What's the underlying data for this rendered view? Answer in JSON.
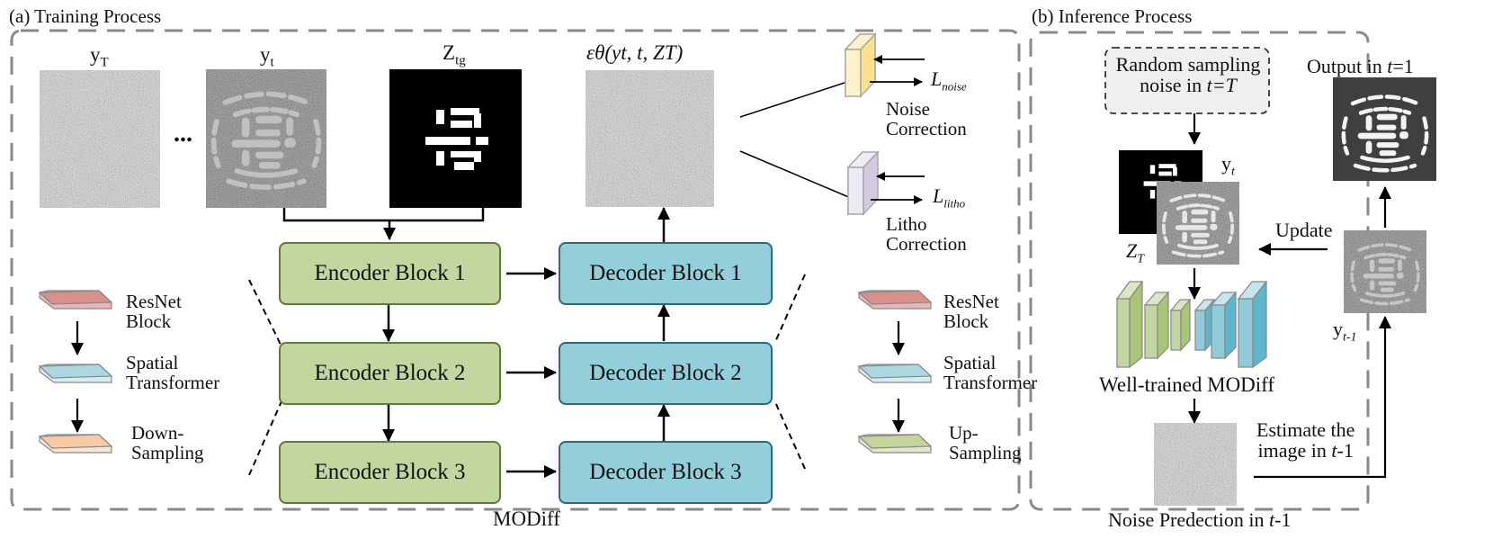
{
  "training": {
    "title": "(a) Training Process",
    "images": {
      "yT_label": "y",
      "yT_sub": "T",
      "ellipsis": "...",
      "yt_label": "y",
      "yt_sub": "t",
      "ztg_label": "Z",
      "ztg_sub": "tg",
      "eps_label": "εθ(yt, t, ZT)"
    },
    "encoder_blocks": [
      "Encoder Block 1",
      "Encoder Block 2",
      "Encoder Block 3"
    ],
    "decoder_blocks": [
      "Decoder Block 1",
      "Decoder Block 2",
      "Decoder Block 3"
    ],
    "model_label": "MODiff",
    "encoder_legend": {
      "items": [
        {
          "line1": "ResNet",
          "line2": "Block",
          "color": "#d8908c"
        },
        {
          "line1": "Spatial",
          "line2": "Transformer",
          "color": "#acd8e2"
        },
        {
          "line1": "Down-",
          "line2": "Sampling",
          "color": "#f6cba6"
        }
      ]
    },
    "decoder_legend": {
      "items": [
        {
          "line1": "ResNet",
          "line2": "Block",
          "color": "#d8908c"
        },
        {
          "line1": "Spatial",
          "line2": "Transformer",
          "color": "#acd8e2"
        },
        {
          "line1": "Up-",
          "line2": "Sampling",
          "color": "#c2d59c"
        }
      ]
    },
    "corrections": [
      {
        "loss": "L",
        "loss_sub": "noise",
        "line1": "Noise",
        "line2": "Correction",
        "color": "#fbe08e"
      },
      {
        "loss": "L",
        "loss_sub": "litho",
        "line1": "Litho",
        "line2": "Correction",
        "color": "#d3c9e0"
      }
    ]
  },
  "inference": {
    "title": "(b) Inference Process",
    "random_box_line1": "Random sampling",
    "random_box_line2_prefix": "noise in ",
    "random_box_line2_var": "t=T",
    "yt_label": "y",
    "yt_sub": "t",
    "zt_label": "Z",
    "zt_sub": "T",
    "model_label": "Well-trained MODiff",
    "noise_pred_prefix": "Noise Predection in ",
    "noise_pred_var": "t",
    "noise_pred_suffix": "-1",
    "estimate_line1": "Estimate the",
    "estimate_line2_prefix": "image in ",
    "estimate_line2_var": "t",
    "estimate_line2_suffix": "-1",
    "update_label": "Update",
    "ytm1_label": "y",
    "ytm1_sub": "t-1",
    "output_prefix": "Output in ",
    "output_var": "t",
    "output_suffix": "=1"
  },
  "colors": {
    "encoder_fill": "#c4d6a0",
    "decoder_fill": "#93cedb",
    "panel_border": "#8a8a80"
  }
}
